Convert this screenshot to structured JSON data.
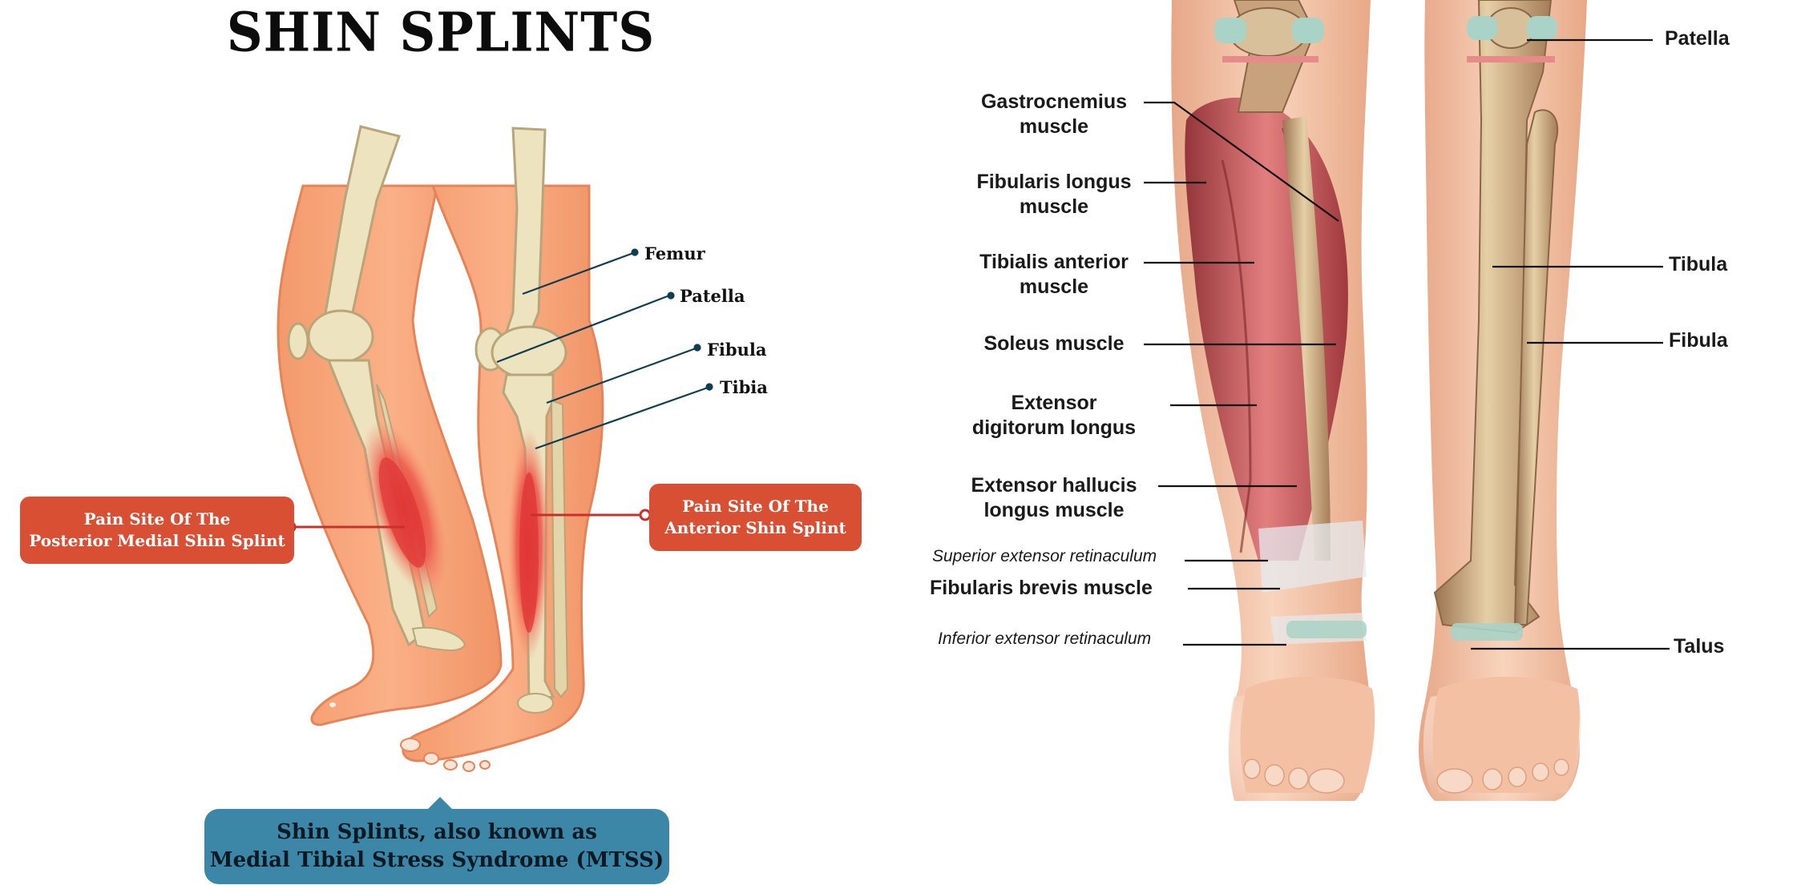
{
  "title": "SHIN SPLINTS",
  "left_labels": {
    "femur": "Femur",
    "patella": "Patella",
    "fibula": "Fibula",
    "tibia": "Tibia"
  },
  "callouts": {
    "posterior": [
      "Pain Site Of The",
      "Posterior Medial Shin Splint"
    ],
    "anterior": [
      "Pain Site Of The",
      "Anterior Shin Splint"
    ]
  },
  "footer": [
    "Shin Splints, also known as",
    "Medial Tibial Stress Syndrome (MTSS)"
  ],
  "muscle_labels": {
    "gastrocnemius": [
      "Gastrocnemius",
      "muscle"
    ],
    "fibularis_longus": [
      "Fibularis longus",
      "muscle"
    ],
    "tibialis_anterior": [
      "Tibialis anterior",
      "muscle"
    ],
    "soleus": "Soleus muscle",
    "extensor_digitorum": [
      "Extensor",
      "digitorum longus"
    ],
    "extensor_hallucis": [
      "Extensor hallucis",
      "longus muscle"
    ],
    "superior_retinaculum": "Superior extensor retinaculum",
    "fibularis_brevis": "Fibularis brevis muscle",
    "inferior_retinaculum": "Inferior extensor retinaculum"
  },
  "bone_labels": {
    "patella": "Patella",
    "tibula": "Tibula",
    "fibula": "Fibula",
    "talus": "Talus"
  },
  "colors": {
    "skin": "#f8a77a",
    "skin_outline": "#e58458",
    "bone": "#ede3bf",
    "pain": "#e4473d",
    "callout": "#d94f34",
    "footer": "#3c87a7",
    "leader_dark": "#0f3d52",
    "muscle": "#c5484d",
    "anatomy_bone": "#c7a27c"
  }
}
